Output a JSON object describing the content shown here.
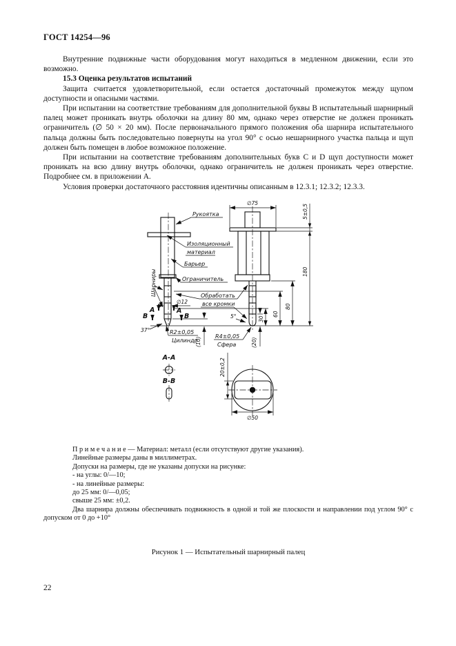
{
  "page": {
    "header": "ГОСТ 14254—96",
    "number": "22"
  },
  "body": {
    "para1": "Внутренние подвижные части оборудования могут находиться в медленном движении, если это возможно.",
    "heading": "15.3 Оценка результатов испытаний",
    "para2": "Защита считается удовлетворительной, если остается достаточный промежуток между щупом доступности и опасными частями.",
    "para3": "При испытании на соответствие требованиям для дополнительной буквы В испытательный шарнирный палец может проникать внутрь оболочки на длину 80 мм, однако через отверстие не должен проникать ограничитель (∅ 50 × 20 мм). После первоначального прямого положения оба шарнира испытательного пальца должны быть последовательно повернуты на угол 90° с осью нешарнирного участка пальца и щуп должен быть помещен в любое возможное положение.",
    "para4": "При испытании на соответствие требованиям дополнительных букв С и D щуп доступности может проникать на всю длину внутрь оболочки, однако ограничитель не должен проникать через отверстие. Подробнее см. в приложении А.",
    "para5": "Условия проверки достаточного расстояния идентичны описанным в 12.3.1; 12.3.2; 12.3.3."
  },
  "note": {
    "lines": [
      "П р и м е ч а н и е — Материал: металл (если отсутствуют другие указания).",
      "Линейные размеры даны в миллиметрах.",
      "Допуски на размеры, где не указаны допуски на рисунке:",
      "- на углы: 0/—10;",
      "- на линейные размеры:",
      "до 25 мм: 0/—0,05;",
      "свыше 25 мм: ±0,2.",
      "Два шарнира должны обеспечивать подвижность в одной и той же плоскости и направлении под углом 90° с допуском от 0 до +10°"
    ]
  },
  "figure": {
    "caption": "Рисунок 1 — Испытательный шарнирный палец",
    "labels": {
      "handle": "Рукоятка",
      "insulating_1": "Изоляционный",
      "insulating_2": "материал",
      "barrier": "Барьер",
      "stop": "Ограничитель",
      "hinges": "Шарниры",
      "machine_1": "Обработать",
      "machine_2": "все кромки",
      "r2": "R2±0,05",
      "cylinder": "Цилиндр",
      "r4": "R4±0,05",
      "sphere": "Сфера",
      "section_aa": "А-А",
      "section_bb": "В-В",
      "letter_a": "А",
      "letter_b": "В",
      "angle37": "37°",
      "angle5": "5°"
    },
    "dims": {
      "d75": "∅75",
      "t5": "5±0,5",
      "l180": "180",
      "l80": "80",
      "l60": "60",
      "l30": "30",
      "l20": "(20)",
      "l10": "(10)",
      "d12": "∅12",
      "w20": "20±0,2",
      "d50": "∅50"
    }
  }
}
